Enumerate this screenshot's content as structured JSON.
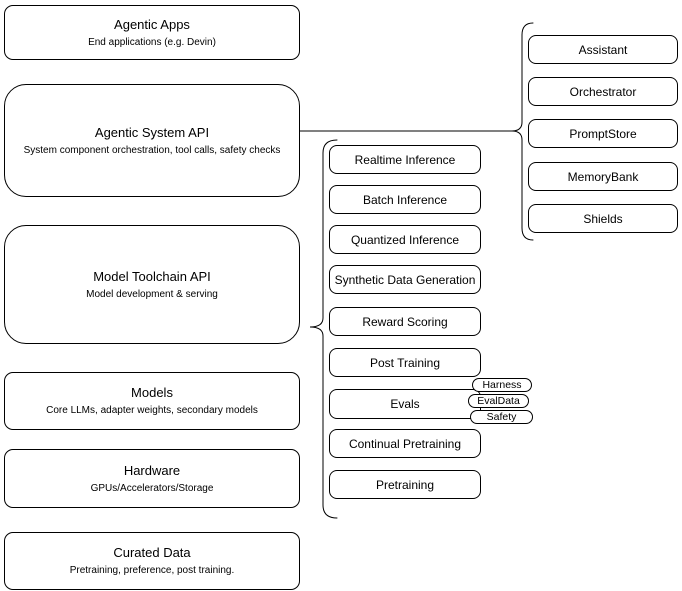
{
  "stack": {
    "items": [
      {
        "title": "Agentic Apps",
        "subtitle": "End applications (e.g. Devin)"
      },
      {
        "title": "Agentic System API",
        "subtitle": "System component orchestration, tool calls, safety checks"
      },
      {
        "title": "Model Toolchain API",
        "subtitle": "Model development & serving"
      },
      {
        "title": "Models",
        "subtitle": "Core LLMs, adapter weights, secondary models"
      },
      {
        "title": "Hardware",
        "subtitle": "GPUs/Accelerators/Storage"
      },
      {
        "title": "Curated Data",
        "subtitle": "Pretraining, preference, post training."
      }
    ]
  },
  "toolchain": {
    "items": [
      {
        "label": "Realtime Inference"
      },
      {
        "label": "Batch Inference"
      },
      {
        "label": "Quantized Inference"
      },
      {
        "label": "Synthetic Data Generation"
      },
      {
        "label": "Reward Scoring"
      },
      {
        "label": "Post Training"
      },
      {
        "label": "Evals"
      },
      {
        "label": "Continual Pretraining"
      },
      {
        "label": "Pretraining"
      }
    ],
    "eval_badges": [
      {
        "label": "Harness"
      },
      {
        "label": "EvalData"
      },
      {
        "label": "Safety"
      }
    ]
  },
  "system_components": {
    "items": [
      {
        "label": "Assistant"
      },
      {
        "label": "Orchestrator"
      },
      {
        "label": "PromptStore"
      },
      {
        "label": "MemoryBank"
      },
      {
        "label": "Shields"
      }
    ]
  },
  "colors": {
    "stroke": "#000000",
    "fill": "#ffffff",
    "text": "#000000",
    "background": "#ffffff"
  }
}
